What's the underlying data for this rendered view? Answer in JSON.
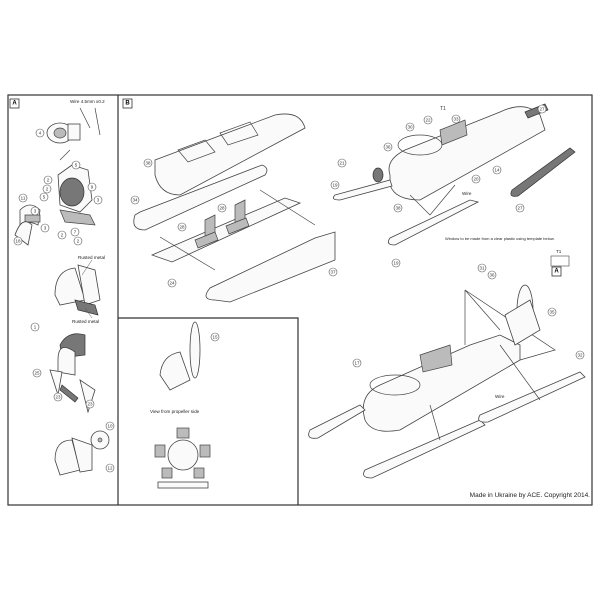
{
  "panels": {
    "a": {
      "label": "A",
      "wire_note": "Wire 4.5mm x0.2",
      "rusted_1": "Rusted metal",
      "rusted_2": "Rusted metal",
      "callouts": [
        "4",
        "5",
        "2",
        "2",
        "5",
        "11",
        "3",
        "9",
        "3",
        "3",
        "2",
        "7",
        "2",
        "18",
        "1",
        "25",
        "23",
        "23",
        "10",
        "12"
      ]
    },
    "b": {
      "label": "B",
      "callouts": [
        "38",
        "34",
        "28",
        "28",
        "24",
        "37"
      ]
    },
    "assembly_top": {
      "callouts": [
        "T1",
        "22",
        "33",
        "30",
        "36",
        "21",
        "19",
        "27",
        "14",
        "20",
        "38",
        "27",
        "19"
      ],
      "wire": "Wire",
      "window_note": "Window to be made from a clear plastic using template below.",
      "template_label": "T1"
    },
    "assembly_bottom": {
      "ref": "A",
      "callouts": [
        "31",
        "36",
        "35",
        "32",
        "17"
      ],
      "wire": "Wire"
    },
    "engine_view": {
      "callout": "15",
      "caption": "View from propeller side"
    }
  },
  "copyright": "Made in Ukraine by ACE. Copyright 2014."
}
